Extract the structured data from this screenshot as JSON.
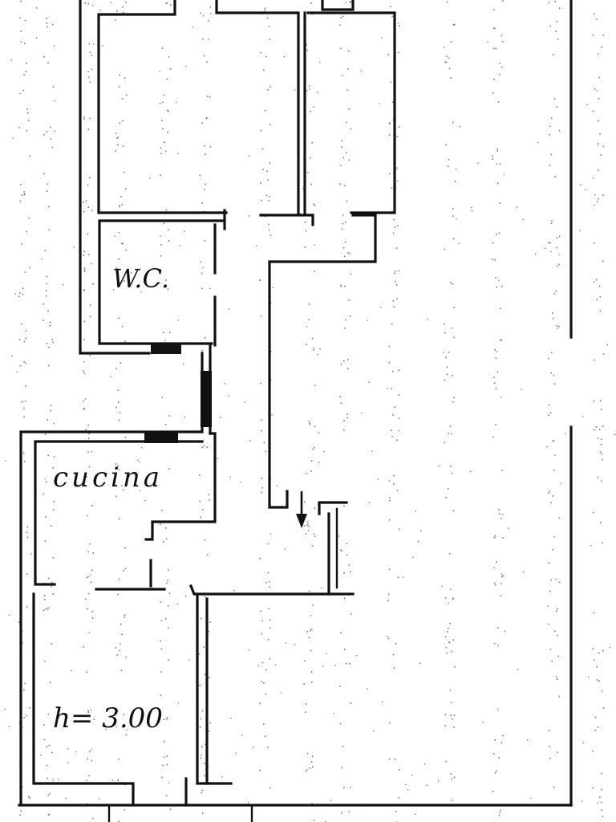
{
  "plan": {
    "rooms": [
      {
        "id": "wc",
        "label": "W.C."
      },
      {
        "id": "kitchen",
        "label": "cucina"
      },
      {
        "id": "bedroom",
        "label": "h= 3.00"
      }
    ],
    "colors": {
      "ink": "#111111",
      "paper": "#ffffff",
      "speckle": "#7a7a7a"
    },
    "icons": [
      "down-arrow-icon"
    ]
  }
}
